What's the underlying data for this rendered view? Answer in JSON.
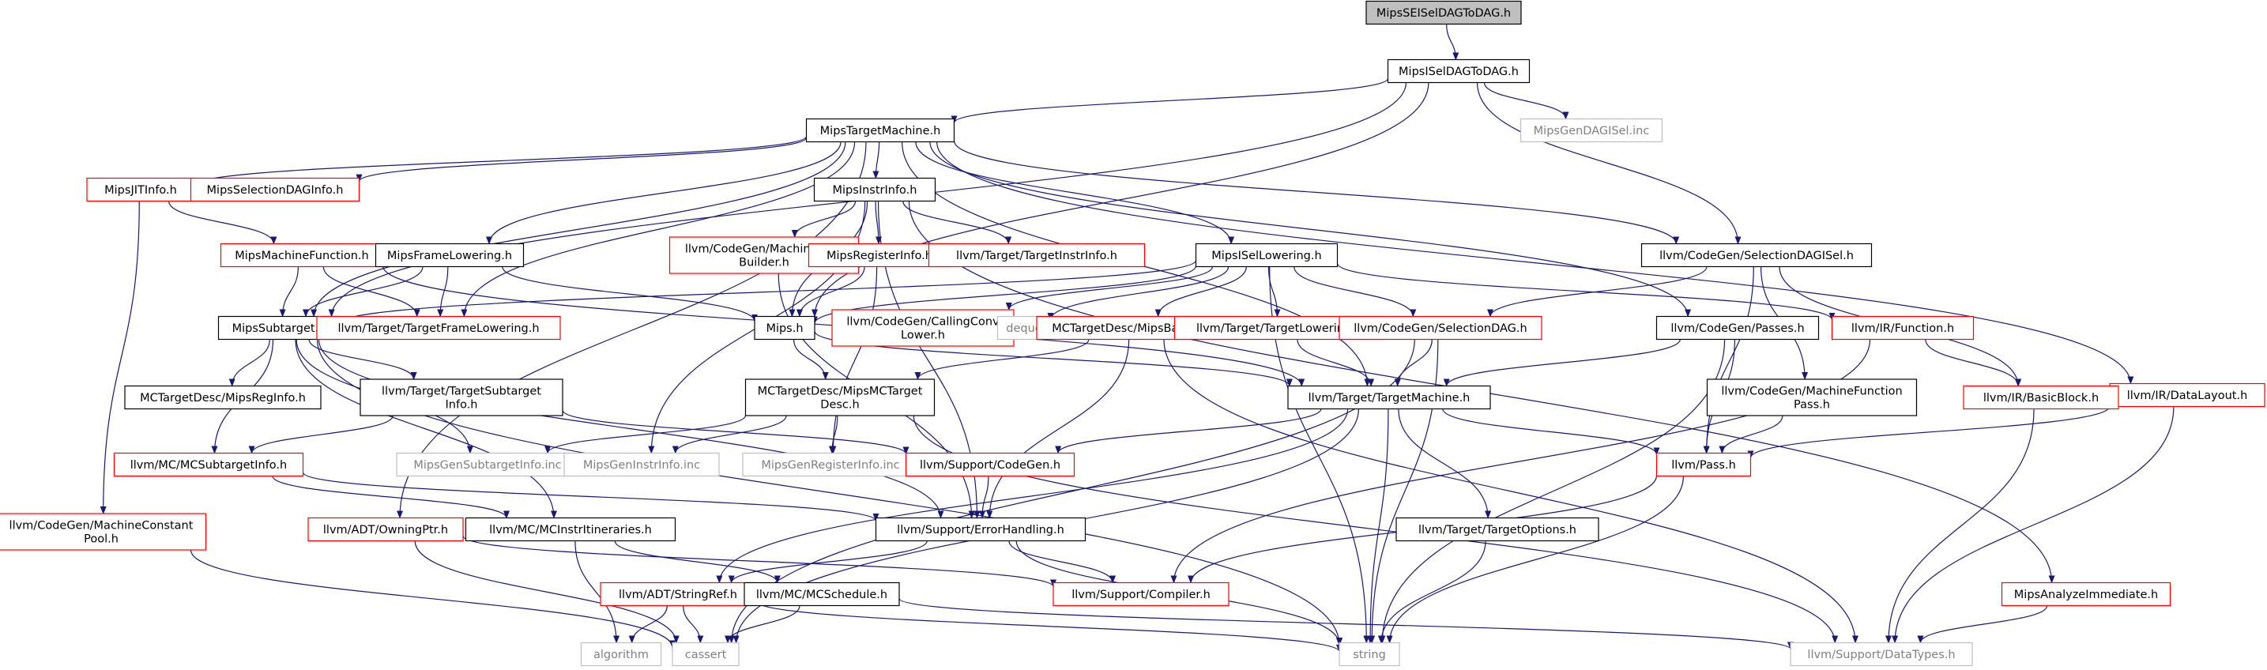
{
  "graph": {
    "nodes": [
      {
        "id": "root",
        "lines": [
          "MipsSEISelDAGToDAG.h"
        ],
        "style": "root"
      },
      {
        "id": "isel",
        "lines": [
          "MipsISelDAGToDAG.h"
        ],
        "style": "black"
      },
      {
        "id": "gendagisel",
        "lines": [
          "MipsGenDAGISel.inc"
        ],
        "style": "gray"
      },
      {
        "id": "targetmachine",
        "lines": [
          "MipsTargetMachine.h"
        ],
        "style": "black"
      },
      {
        "id": "jitinfo",
        "lines": [
          "MipsJITInfo.h"
        ],
        "style": "red"
      },
      {
        "id": "seldaginfo",
        "lines": [
          "MipsSelectionDAGInfo.h"
        ],
        "style": "red"
      },
      {
        "id": "instrinfo",
        "lines": [
          "MipsInstrInfo.h"
        ],
        "style": "black"
      },
      {
        "id": "machinefunction",
        "lines": [
          "MipsMachineFunction.h"
        ],
        "style": "red"
      },
      {
        "id": "framelowering",
        "lines": [
          "MipsFrameLowering.h"
        ],
        "style": "black"
      },
      {
        "id": "machineinstrbuilder",
        "lines": [
          "llvm/CodeGen/MachineInstr",
          "Builder.h"
        ],
        "style": "red"
      },
      {
        "id": "registerinfo",
        "lines": [
          "MipsRegisterInfo.h"
        ],
        "style": "red"
      },
      {
        "id": "targetinstrinfo",
        "lines": [
          "llvm/Target/TargetInstrInfo.h"
        ],
        "style": "red"
      },
      {
        "id": "isellowering",
        "lines": [
          "MipsISelLowering.h"
        ],
        "style": "black"
      },
      {
        "id": "seldagisel",
        "lines": [
          "llvm/CodeGen/SelectionDAGISel.h"
        ],
        "style": "black"
      },
      {
        "id": "subtarget",
        "lines": [
          "MipsSubtarget.h"
        ],
        "style": "black"
      },
      {
        "id": "targetframelowering",
        "lines": [
          "llvm/Target/TargetFrameLowering.h"
        ],
        "style": "red"
      },
      {
        "id": "mipsh",
        "lines": [
          "Mips.h"
        ],
        "style": "black"
      },
      {
        "id": "callingconvlower",
        "lines": [
          "llvm/CodeGen/CallingConv",
          "Lower.h"
        ],
        "style": "red"
      },
      {
        "id": "deque",
        "lines": [
          "deque"
        ],
        "style": "gray"
      },
      {
        "id": "mipsbaseinfo",
        "lines": [
          "MCTargetDesc/MipsBaseInfo.h"
        ],
        "style": "red"
      },
      {
        "id": "targetlowering",
        "lines": [
          "llvm/Target/TargetLowering.h"
        ],
        "style": "red"
      },
      {
        "id": "selectiondag",
        "lines": [
          "llvm/CodeGen/SelectionDAG.h"
        ],
        "style": "red"
      },
      {
        "id": "passes",
        "lines": [
          "llvm/CodeGen/Passes.h"
        ],
        "style": "black"
      },
      {
        "id": "function",
        "lines": [
          "llvm/IR/Function.h"
        ],
        "style": "red"
      },
      {
        "id": "datalayout",
        "lines": [
          "llvm/IR/DataLayout.h"
        ],
        "style": "red"
      },
      {
        "id": "mipsreginfo",
        "lines": [
          "MCTargetDesc/MipsRegInfo.h"
        ],
        "style": "black"
      },
      {
        "id": "targetsubtargetinfo",
        "lines": [
          "llvm/Target/TargetSubtarget",
          "Info.h"
        ],
        "style": "black"
      },
      {
        "id": "mipsmctargetdesc",
        "lines": [
          "MCTargetDesc/MipsMCTarget",
          "Desc.h"
        ],
        "style": "black"
      },
      {
        "id": "targettargetmachine",
        "lines": [
          "llvm/Target/TargetMachine.h"
        ],
        "style": "black"
      },
      {
        "id": "machinefunctionpass",
        "lines": [
          "llvm/CodeGen/MachineFunction",
          "Pass.h"
        ],
        "style": "black"
      },
      {
        "id": "basicblock",
        "lines": [
          "llvm/IR/BasicBlock.h"
        ],
        "style": "red"
      },
      {
        "id": "mcsubtargetinfo",
        "lines": [
          "llvm/MC/MCSubtargetInfo.h"
        ],
        "style": "red"
      },
      {
        "id": "gensubtargetinfo",
        "lines": [
          "MipsGenSubtargetInfo.inc"
        ],
        "style": "gray"
      },
      {
        "id": "geninstrinfo",
        "lines": [
          "MipsGenInstrInfo.inc"
        ],
        "style": "gray"
      },
      {
        "id": "genregisterinfo",
        "lines": [
          "MipsGenRegisterInfo.inc"
        ],
        "style": "gray"
      },
      {
        "id": "supportcodegen",
        "lines": [
          "llvm/Support/CodeGen.h"
        ],
        "style": "red"
      },
      {
        "id": "pass",
        "lines": [
          "llvm/Pass.h"
        ],
        "style": "red"
      },
      {
        "id": "machineconstantpool",
        "lines": [
          "llvm/CodeGen/MachineConstant",
          "Pool.h"
        ],
        "style": "red"
      },
      {
        "id": "owningptr",
        "lines": [
          "llvm/ADT/OwningPtr.h"
        ],
        "style": "red"
      },
      {
        "id": "mcinstritineraries",
        "lines": [
          "llvm/MC/MCInstrItineraries.h"
        ],
        "style": "black"
      },
      {
        "id": "errorhandling",
        "lines": [
          "llvm/Support/ErrorHandling.h"
        ],
        "style": "black"
      },
      {
        "id": "targetoptions",
        "lines": [
          "llvm/Target/TargetOptions.h"
        ],
        "style": "black"
      },
      {
        "id": "stringref",
        "lines": [
          "llvm/ADT/StringRef.h"
        ],
        "style": "red"
      },
      {
        "id": "mcschedule",
        "lines": [
          "llvm/MC/MCSchedule.h"
        ],
        "style": "black"
      },
      {
        "id": "compiler",
        "lines": [
          "llvm/Support/Compiler.h"
        ],
        "style": "red"
      },
      {
        "id": "analyzeimmediate",
        "lines": [
          "MipsAnalyzeImmediate.h"
        ],
        "style": "red"
      },
      {
        "id": "algorithm",
        "lines": [
          "algorithm"
        ],
        "style": "gray"
      },
      {
        "id": "cassert",
        "lines": [
          "cassert"
        ],
        "style": "gray"
      },
      {
        "id": "string",
        "lines": [
          "string"
        ],
        "style": "gray"
      },
      {
        "id": "datatypes",
        "lines": [
          "llvm/Support/DataTypes.h"
        ],
        "style": "gray"
      }
    ],
    "edges": [
      [
        "root",
        "isel"
      ],
      [
        "isel",
        "targetmachine"
      ],
      [
        "isel",
        "gendagisel"
      ],
      [
        "isel",
        "seldagisel"
      ],
      [
        "isel",
        "subtarget"
      ],
      [
        "isel",
        "mipsh"
      ],
      [
        "targetmachine",
        "jitinfo"
      ],
      [
        "targetmachine",
        "seldaginfo"
      ],
      [
        "targetmachine",
        "instrinfo"
      ],
      [
        "targetmachine",
        "framelowering"
      ],
      [
        "targetmachine",
        "isellowering"
      ],
      [
        "targetmachine",
        "seldagisel"
      ],
      [
        "targetmachine",
        "subtarget"
      ],
      [
        "targetmachine",
        "targetframelowering"
      ],
      [
        "targetmachine",
        "passes"
      ],
      [
        "targetmachine",
        "datalayout"
      ],
      [
        "targetmachine",
        "targettargetmachine"
      ],
      [
        "targetmachine",
        "owningptr"
      ],
      [
        "jitinfo",
        "machinefunction"
      ],
      [
        "jitinfo",
        "machineconstantpool"
      ],
      [
        "machinefunction",
        "subtarget"
      ],
      [
        "machinefunction",
        "targetframelowering"
      ],
      [
        "machinefunction",
        "targettargetmachine"
      ],
      [
        "framelowering",
        "subtarget"
      ],
      [
        "framelowering",
        "targetframelowering"
      ],
      [
        "framelowering",
        "mipsh"
      ],
      [
        "instrinfo",
        "machineinstrbuilder"
      ],
      [
        "instrinfo",
        "registerinfo"
      ],
      [
        "instrinfo",
        "targetinstrinfo"
      ],
      [
        "instrinfo",
        "mipsh"
      ],
      [
        "instrinfo",
        "geninstrinfo"
      ],
      [
        "instrinfo",
        "analyzeimmediate"
      ],
      [
        "instrinfo",
        "errorhandling"
      ],
      [
        "machineinstrbuilder",
        "errorhandling"
      ],
      [
        "registerinfo",
        "mipsh"
      ],
      [
        "registerinfo",
        "genregisterinfo"
      ],
      [
        "isellowering",
        "mipsh"
      ],
      [
        "isellowering",
        "subtarget"
      ],
      [
        "isellowering",
        "callingconvlower"
      ],
      [
        "isellowering",
        "deque"
      ],
      [
        "isellowering",
        "mipsbaseinfo"
      ],
      [
        "isellowering",
        "targetlowering"
      ],
      [
        "isellowering",
        "selectiondag"
      ],
      [
        "isellowering",
        "function"
      ],
      [
        "isellowering",
        "string"
      ],
      [
        "seldagisel",
        "selectiondag"
      ],
      [
        "seldagisel",
        "pass"
      ],
      [
        "seldagisel",
        "machinefunctionpass"
      ],
      [
        "seldagisel",
        "basicblock"
      ],
      [
        "subtarget",
        "mipsreginfo"
      ],
      [
        "subtarget",
        "targetsubtargetinfo"
      ],
      [
        "subtarget",
        "gensubtargetinfo"
      ],
      [
        "subtarget",
        "mcinstritineraries"
      ],
      [
        "subtarget",
        "errorhandling"
      ],
      [
        "subtarget",
        "string"
      ],
      [
        "subtarget",
        "mcsubtargetinfo"
      ],
      [
        "mipsh",
        "mipsmctargetdesc"
      ],
      [
        "mipsh",
        "targettargetmachine"
      ],
      [
        "mipsbaseinfo",
        "mipsmctargetdesc"
      ],
      [
        "mipsbaseinfo",
        "errorhandling"
      ],
      [
        "mipsbaseinfo",
        "datatypes"
      ],
      [
        "targetlowering",
        "targettargetmachine"
      ],
      [
        "selectiondag",
        "targettargetmachine"
      ],
      [
        "selectiondag",
        "cassert"
      ],
      [
        "selectiondag",
        "string"
      ],
      [
        "passes",
        "targettargetmachine"
      ],
      [
        "passes",
        "pass"
      ],
      [
        "passes",
        "string"
      ],
      [
        "function",
        "basicblock"
      ],
      [
        "function",
        "compiler"
      ],
      [
        "datalayout",
        "pass"
      ],
      [
        "datalayout",
        "datatypes"
      ],
      [
        "targetsubtargetinfo",
        "mcsubtargetinfo"
      ],
      [
        "targetsubtargetinfo",
        "supportcodegen"
      ],
      [
        "mipsmctargetdesc",
        "gensubtargetinfo"
      ],
      [
        "mipsmctargetdesc",
        "geninstrinfo"
      ],
      [
        "mipsmctargetdesc",
        "genregisterinfo"
      ],
      [
        "mipsmctargetdesc",
        "datatypes"
      ],
      [
        "targettargetmachine",
        "supportcodegen"
      ],
      [
        "targettargetmachine",
        "pass"
      ],
      [
        "targettargetmachine",
        "targetoptions"
      ],
      [
        "targettargetmachine",
        "stringref"
      ],
      [
        "targettargetmachine",
        "cassert"
      ],
      [
        "targettargetmachine",
        "string"
      ],
      [
        "machinefunctionpass",
        "pass"
      ],
      [
        "basicblock",
        "datatypes"
      ],
      [
        "mcsubtargetinfo",
        "mcinstritineraries"
      ],
      [
        "mcsubtargetinfo",
        "errorhandling"
      ],
      [
        "supportcodegen",
        "errorhandling"
      ],
      [
        "pass",
        "compiler"
      ],
      [
        "pass",
        "string"
      ],
      [
        "machineconstantpool",
        "cassert"
      ],
      [
        "owningptr",
        "compiler"
      ],
      [
        "owningptr",
        "cassert"
      ],
      [
        "mcinstritineraries",
        "mcschedule"
      ],
      [
        "mcinstritineraries",
        "algorithm"
      ],
      [
        "errorhandling",
        "stringref"
      ],
      [
        "errorhandling",
        "compiler"
      ],
      [
        "errorhandling",
        "string"
      ],
      [
        "targetoptions",
        "string"
      ],
      [
        "stringref",
        "algorithm"
      ],
      [
        "stringref",
        "cassert"
      ],
      [
        "stringref",
        "string"
      ],
      [
        "mcschedule",
        "cassert"
      ],
      [
        "mcschedule",
        "datatypes"
      ],
      [
        "analyzeimmediate",
        "datatypes"
      ]
    ]
  },
  "colors": {
    "edge": "#191970",
    "black_border": "#000000",
    "red_border": "#ff0000",
    "gray_border": "#bfbfbf",
    "root_fill": "#bfbfbf",
    "node_fill": "#ffffff",
    "text": "#000000",
    "gray_text": "#808080"
  }
}
